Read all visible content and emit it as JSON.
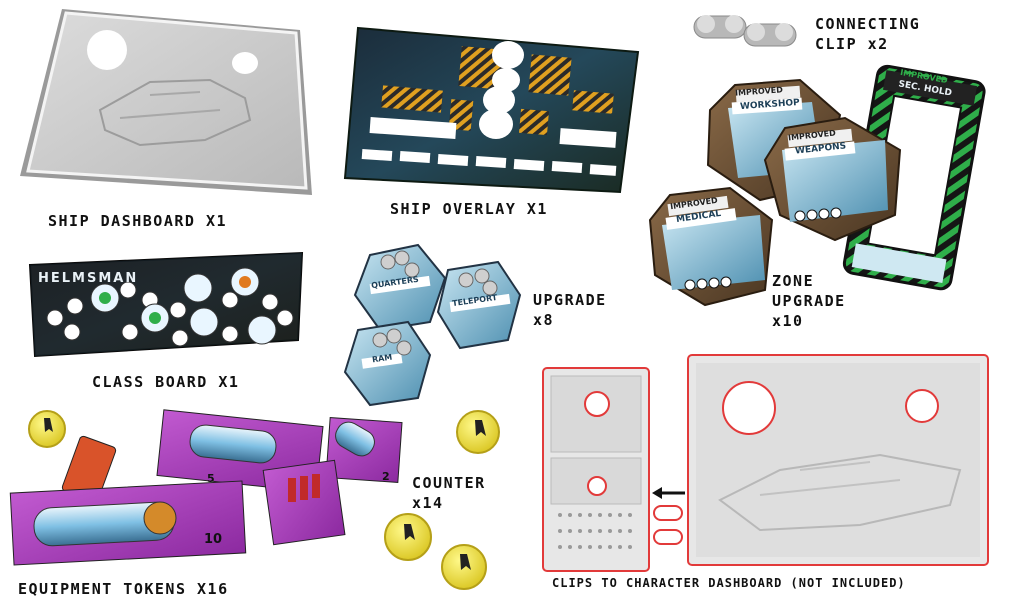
{
  "labels": {
    "ship_dashboard": "SHIP DASHBOARD x1",
    "ship_overlay": "SHIP OVERLAY x1",
    "connecting_clip_line1": "CONNECTING",
    "connecting_clip_line2": "CLIP x2",
    "class_board": "CLASS BOARD x1",
    "upgrade_line1": "UPGRADE",
    "upgrade_line2": "x8",
    "zone_upgrade_line1": "ZONE",
    "zone_upgrade_line2": "UPGRADE",
    "zone_upgrade_line3": "x10",
    "counter_line1": "COUNTER",
    "counter_line2": "x14",
    "equipment_tokens": "EQUIPMENT TOKENS x16",
    "clips_note": "CLIPS TO CHARACTER DASHBOARD (NOT INCLUDED)"
  },
  "class_board": {
    "title": "HELMSMAN"
  },
  "zone_tiles": {
    "workshop_top": "IMPROVED",
    "workshop": "WORKSHOP",
    "weapons_top": "IMPROVED",
    "weapons": "WEAPONS",
    "medical_top": "IMPROVED",
    "medical": "MEDICAL",
    "sec_hold_top": "IMPROVED",
    "sec_hold": "SEC. HOLD"
  },
  "upgrade_tiles": {
    "quarters": "QUARTERS",
    "teleport": "TELEPORT",
    "ram": "RAM"
  },
  "equipment_values": {
    "big": "10",
    "mid": "5",
    "small": "2"
  },
  "colors": {
    "accent_red": "#e23a3a",
    "token_yellow": "#f1e24a",
    "token_purple": "#a63cb8",
    "board_green": "#2fae4a"
  }
}
